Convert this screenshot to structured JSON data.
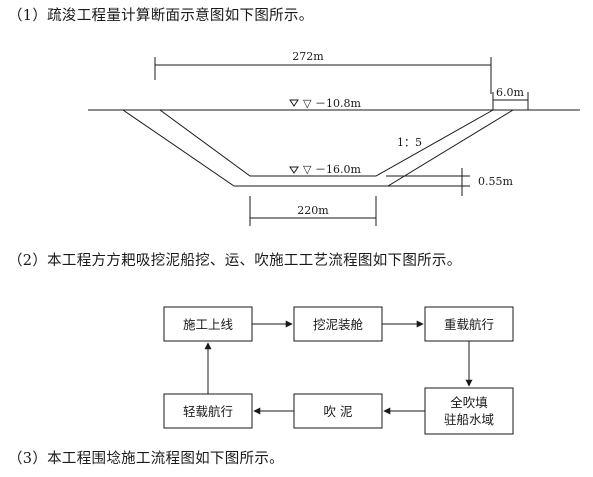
{
  "headings": {
    "h1": "（1）疏浚工程量计算断面示意图如下图所示。",
    "h2": "（2）本工程方方耙吸挖泥船挖、运、吹施工工艺流程图如下图所示。",
    "h3": "（3）本工程围埝施工流程图如下图所示。"
  },
  "section_diagram": {
    "top_width": "272m",
    "bottom_width": "220m",
    "surface_level": "▽ －10.8m",
    "bottom_level": "▽ －16.0m",
    "slope": "1：5",
    "berm_width": "6.0m",
    "extra_depth": "0.55m"
  },
  "flowchart": {
    "nodes": [
      {
        "id": "construction-online",
        "label": "施工上线"
      },
      {
        "id": "dredge-load",
        "label": "挖泥装舱"
      },
      {
        "id": "loaded-sailing",
        "label": "重载航行"
      },
      {
        "id": "fill-line1",
        "label": "全吹填"
      },
      {
        "id": "fill-line2",
        "label": "驻船水域"
      },
      {
        "id": "blow-mud",
        "label": "吹 泥"
      },
      {
        "id": "light-sailing",
        "label": "轻载航行"
      }
    ]
  }
}
